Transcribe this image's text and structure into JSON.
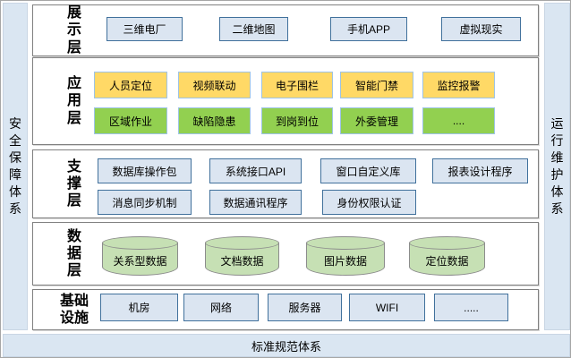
{
  "pillars": {
    "left": "安全保障体系",
    "right": "运行维护体系",
    "bottom": "标准规范体系"
  },
  "layers": [
    {
      "label": "展示层",
      "rows": [
        [
          "三维电厂",
          "二维地图",
          "手机APP",
          "虚拟现实"
        ]
      ]
    },
    {
      "label": "应用层",
      "rows": [
        [
          "人员定位",
          "视频联动",
          "电子围栏",
          "智能门禁",
          "监控报警"
        ],
        [
          "区域作业",
          "缺陷隐患",
          "到岗到位",
          "外委管理",
          "...."
        ]
      ]
    },
    {
      "label": "支撑层",
      "rows": [
        [
          "数据库操作包",
          "系统接口API",
          "窗口自定义库",
          "报表设计程序"
        ],
        [
          "消息同步机制",
          "数据通讯程序",
          "身份权限认证"
        ]
      ]
    },
    {
      "label": "数据层",
      "cylinders": [
        "关系型数据",
        "文档数据",
        "图片数据",
        "定位数据"
      ]
    },
    {
      "label": "基础设施",
      "rows": [
        [
          "机房",
          "网络",
          "服务器",
          "WIFI",
          "....."
        ]
      ]
    }
  ],
  "colors": {
    "pillar_bg": "#dae6f2",
    "panel_border": "#808080",
    "box_blue_bg": "#dbe5f1",
    "box_blue_border": "#41719c",
    "box_yellow_bg": "#ffd966",
    "box_green_bg": "#92d050",
    "box_app_border": "#9dc3e6",
    "cylinder_bg": "#c6e0b4"
  }
}
